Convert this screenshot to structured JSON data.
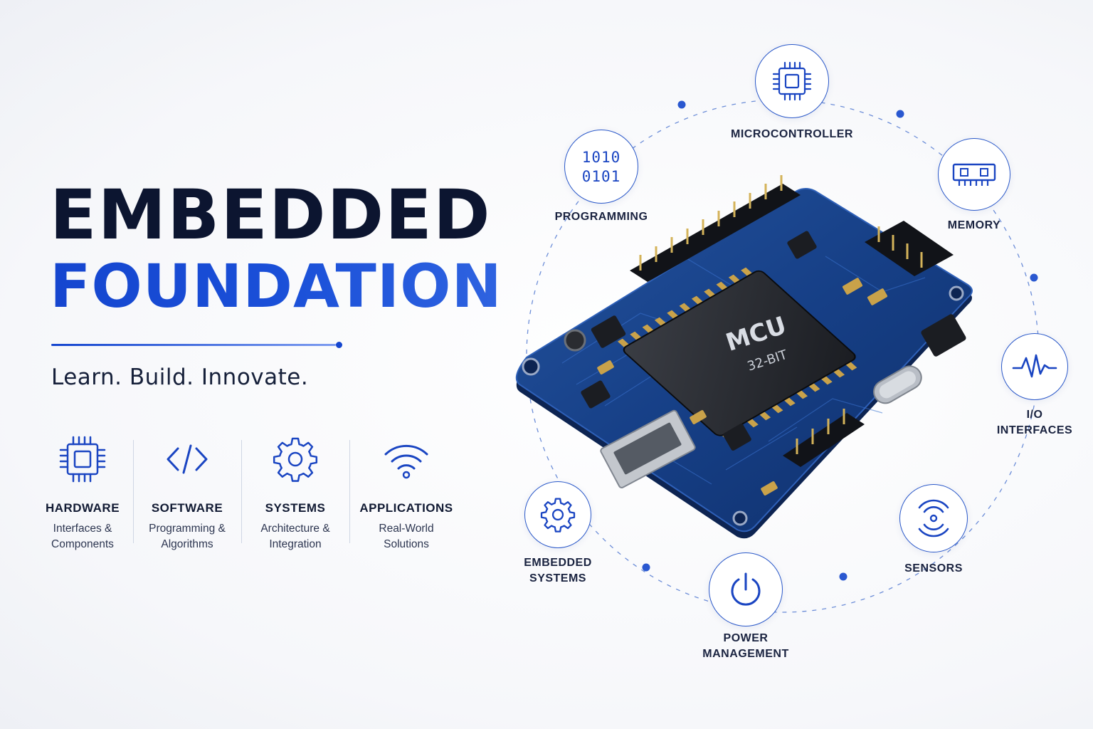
{
  "hero": {
    "title_line1": "EMBEDDED",
    "title_line2": "FOUNDATIONS",
    "tagline": "Learn. Build. Innovate."
  },
  "pillars": [
    {
      "title": "HARDWARE",
      "desc1": "Interfaces &",
      "desc2": "Components",
      "icon": "chip-icon"
    },
    {
      "title": "SOFTWARE",
      "desc1": "Programming &",
      "desc2": "Algorithms",
      "icon": "code-icon"
    },
    {
      "title": "SYSTEMS",
      "desc1": "Architecture &",
      "desc2": "Integration",
      "icon": "gear-icon"
    },
    {
      "title": "APPLICATIONS",
      "desc1": "Real-World",
      "desc2": "Solutions",
      "icon": "wifi-icon"
    }
  ],
  "board": {
    "chip_label": "MCU",
    "chip_sublabel": "32-BIT"
  },
  "nodes": {
    "microcontroller": {
      "label": "MICROCONTROLLER",
      "icon": "chip-icon"
    },
    "programming": {
      "label": "PROGRAMMING",
      "binary1": "1010",
      "binary2": "0101",
      "icon": "binary-icon"
    },
    "memory": {
      "label": "MEMORY",
      "icon": "memory-icon"
    },
    "io": {
      "label1": "I/O",
      "label2": "INTERFACES",
      "icon": "waveform-icon"
    },
    "sensors": {
      "label": "SENSORS",
      "icon": "sensor-icon"
    },
    "power": {
      "label1": "POWER",
      "label2": "MANAGEMENT",
      "icon": "power-icon"
    },
    "embedded": {
      "label1": "EMBEDDED",
      "label2": "SYSTEMS",
      "icon": "gear-icon"
    }
  },
  "colors": {
    "primary": "#1546cf",
    "dark": "#0c1530",
    "board": "#1a3a7a"
  }
}
